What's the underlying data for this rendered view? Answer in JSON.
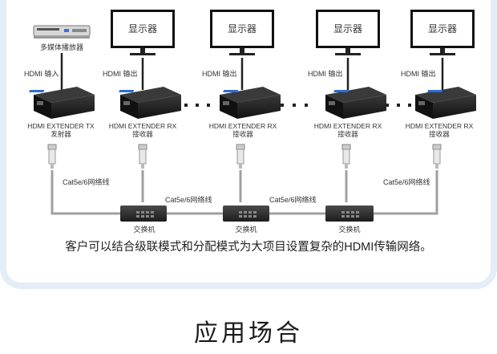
{
  "devices": {
    "player_label": "多媒体播放器",
    "monitor_label": "显示器",
    "hdmi_in": "HDMI 输入",
    "hdmi_out": "HDMI 输出",
    "tx_model": "HDMI EXTENDER TX",
    "tx_role": "发射器",
    "rx_model": "HDMI EXTENDER RX",
    "rx_role": "接收器",
    "switch_label": "交换机",
    "cable_label": "Cat5e/6网络线"
  },
  "caption": "客户可以结合级联模式和分配模式为大项目设置复杂的HDMI传输网络。",
  "section_title": "应用场合",
  "colors": {
    "device_dark": "#1e1e1e",
    "cable_gray": "#9a9a9a",
    "frame_blue": "#e3edf8"
  }
}
